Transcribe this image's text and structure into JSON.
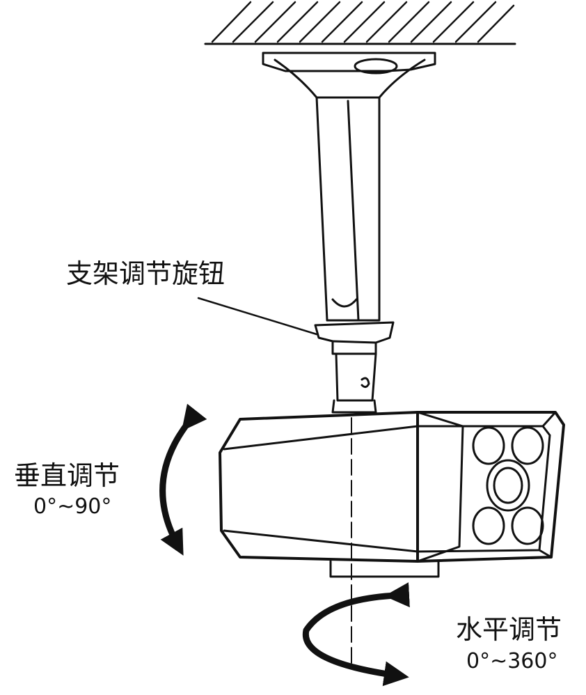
{
  "labels": {
    "bracket_knob": "支架调节旋钮",
    "vertical_title": "垂直调节",
    "vertical_range": "0°~90°",
    "horizontal_title": "水平调节",
    "horizontal_range": "0°~360°"
  },
  "colors": {
    "line": "#111111",
    "background": "#ffffff"
  }
}
